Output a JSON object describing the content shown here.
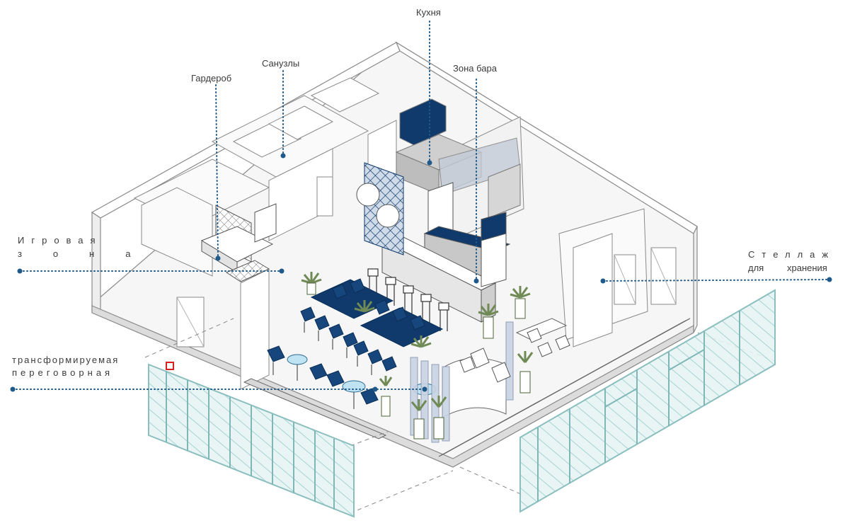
{
  "labels": {
    "kitchen": "Кухня",
    "bar_zone": "Зона бара",
    "bathrooms": "Санузлы",
    "wardrobe": "Гардероб",
    "game_zone_line1": "Игровая",
    "game_zone_line2": "зона",
    "storage_line1": "Стеллаж",
    "storage_line2_a": "для",
    "storage_line2_b": "хранения",
    "meeting_line1": "трансформируемая",
    "meeting_line2": "переговорная"
  },
  "colors": {
    "line": "#8a8a8a",
    "wall": "#ffffff",
    "floor": "#f4f4f4",
    "navy": "#103a6b",
    "leader": "#1f5a8a",
    "glass": "#bfe3e3",
    "glass_edge": "#7fb7b7",
    "plant": "#6f8a55",
    "accent_red": "#d62020"
  }
}
